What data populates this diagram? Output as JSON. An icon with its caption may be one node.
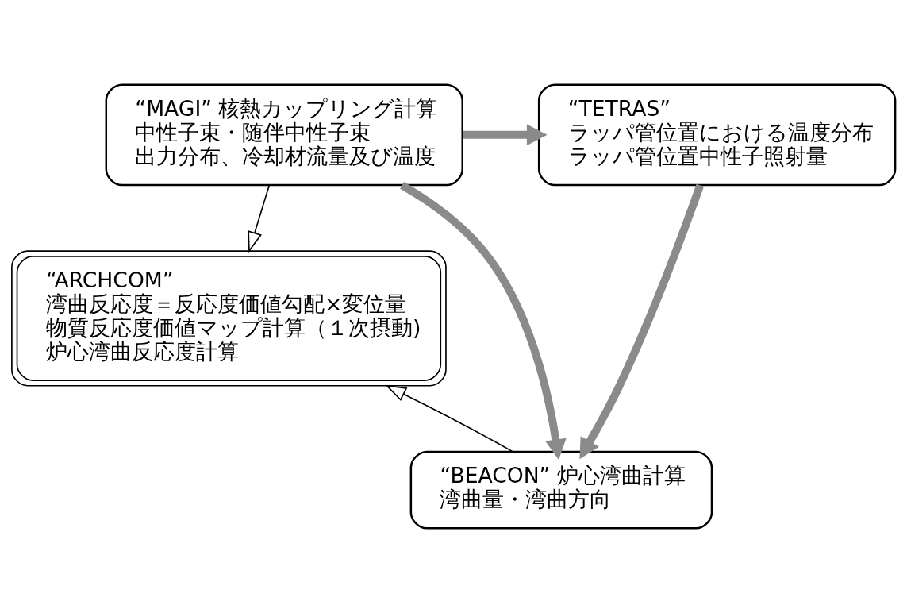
{
  "diagram": {
    "nodes": [
      {
        "text": [
          "“MAGI” 核熱カップリング計算",
          "中性子束・随伴中性子束",
          "出力分布、冷却材流量及び温度"
        ]
      },
      {
        "text": [
          "“TETRAS”",
          "ラッパ管位置における温度分布",
          "ラッパ管位置中性子照射量"
        ]
      },
      {
        "text": [
          "“ARCHCOM”",
          "湾曲反応度＝反応度価値勾配×変位量",
          "物質反応度価値マップ計算（１次摂動)",
          "炉心湾曲反応度計算"
        ]
      },
      {
        "text": [
          "“BEACON” 炉心湾曲計算",
          "湾曲量・湾曲方向"
        ]
      }
    ],
    "edges": [
      {
        "from": 0,
        "to": 1,
        "arrow": "to"
      },
      {
        "from": 0,
        "to": 2,
        "arrow": "to",
        "color": "#000000"
      },
      {
        "from": 0,
        "to": 3,
        "arrow": "to"
      },
      {
        "from": 1,
        "to": 3,
        "arrow": "to"
      },
      {
        "from": 3,
        "to": 2,
        "arrow": "to",
        "color": "#000000"
      }
    ]
  }
}
